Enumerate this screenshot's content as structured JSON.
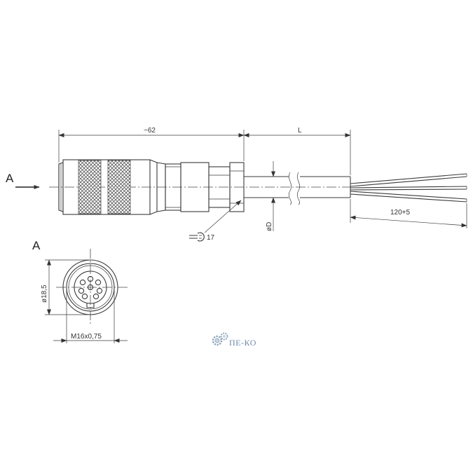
{
  "view_arrow_label": "A",
  "section_label": "A",
  "dimensions": {
    "body_length": "~62",
    "cable_length": "L",
    "wire_strip_length": "120+5",
    "cable_diameter": "øD",
    "wrench_size": "17",
    "front_diameter": "ø18,5",
    "thread": "M16x0,75"
  },
  "logo": {
    "text": "ПЕ-КО",
    "icon": "gear-icon",
    "color": "#6f8aa8"
  }
}
